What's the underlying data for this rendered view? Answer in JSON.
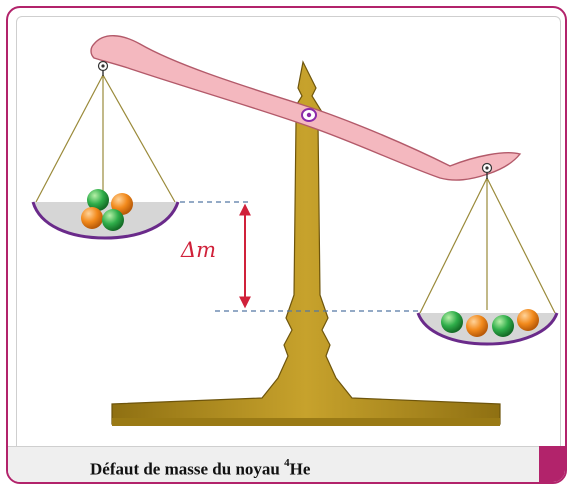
{
  "labels": {
    "mass_difference": "Δm"
  },
  "caption": {
    "prefix": "Défaut de masse du noyau ",
    "superscript": "4",
    "element": "He"
  },
  "colors": {
    "border": "#b2236b",
    "beam_fill": "#f4b8bf",
    "stand": "#b3901e",
    "arrow": "#d0213a",
    "pan_rim": "#6a2a8a",
    "proton": "#f28a1c",
    "neutron": "#2fae4a"
  }
}
